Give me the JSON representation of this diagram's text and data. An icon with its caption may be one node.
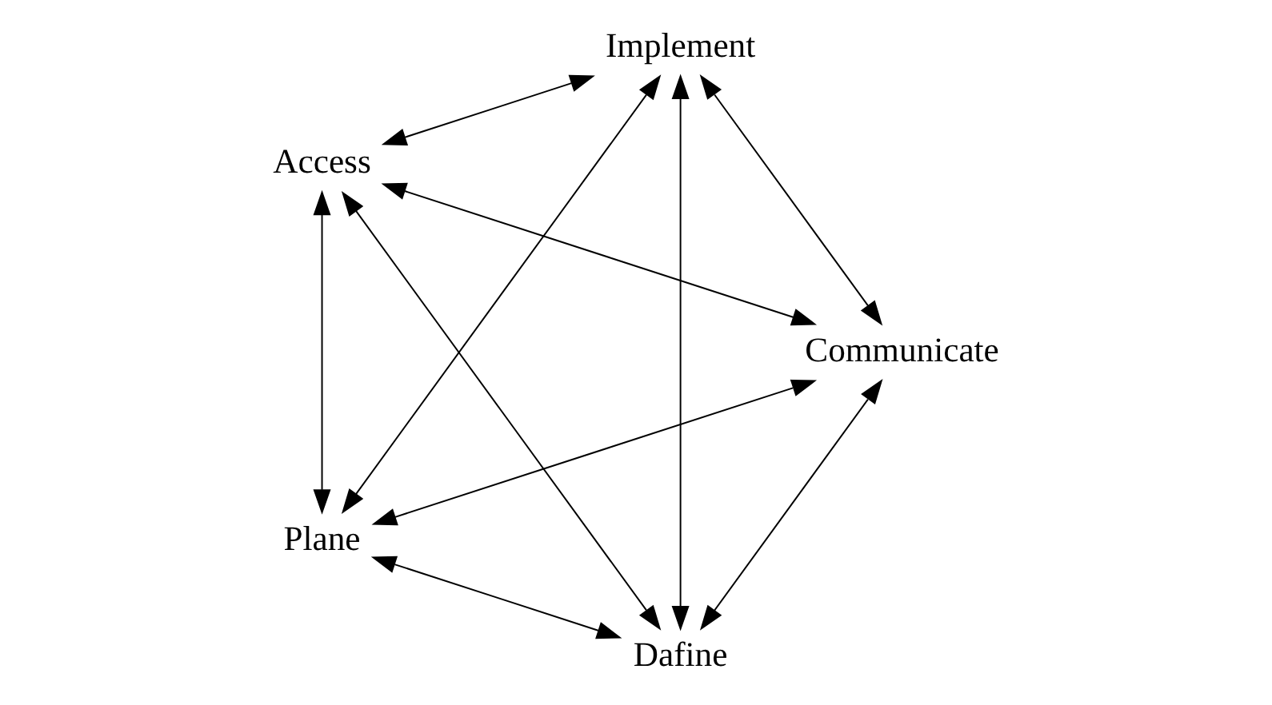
{
  "diagram": {
    "nodes": [
      {
        "text": [
          "Dafine"
        ]
      },
      {
        "text": [
          "Communicate"
        ]
      },
      {
        "text": [
          "Access"
        ]
      },
      {
        "text": [
          "Implement"
        ]
      },
      {
        "text": [
          "Plane"
        ]
      }
    ],
    "edges": [
      {
        "from": 0,
        "to": 1,
        "arrow": "both"
      },
      {
        "from": 0,
        "to": 2,
        "arrow": "both"
      },
      {
        "from": 0,
        "to": 3,
        "arrow": "both"
      },
      {
        "from": 0,
        "to": 4,
        "arrow": "both"
      },
      {
        "from": 1,
        "to": 2,
        "arrow": "both"
      },
      {
        "from": 1,
        "to": 3,
        "arrow": "both"
      },
      {
        "from": 1,
        "to": 4,
        "arrow": "both"
      },
      {
        "from": 2,
        "to": 3,
        "arrow": "both"
      },
      {
        "from": 2,
        "to": 4,
        "arrow": "both"
      },
      {
        "from": 3,
        "to": 4,
        "arrow": "both"
      }
    ]
  }
}
